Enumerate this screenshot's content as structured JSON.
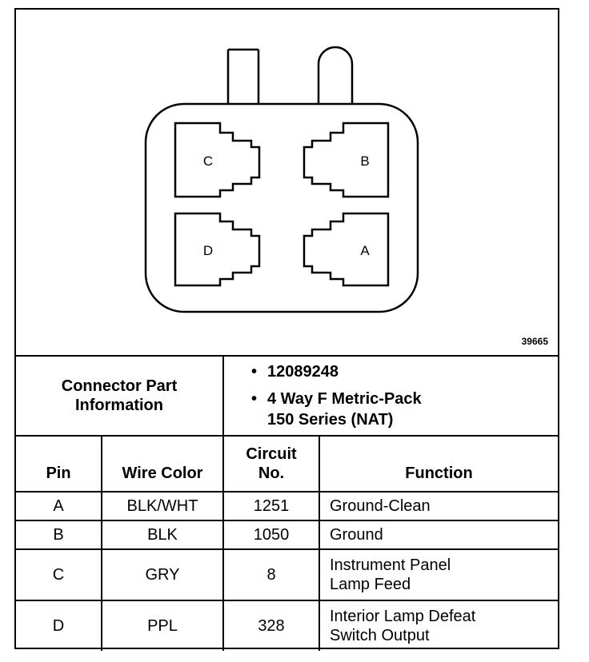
{
  "figure": {
    "number": "39665"
  },
  "connector": {
    "pins": [
      "C",
      "B",
      "D",
      "A"
    ]
  },
  "part_info": {
    "label_line1": "Connector Part",
    "label_line2": "Information",
    "part_number": "12089248",
    "description_line1": "4 Way F Metric-Pack",
    "description_line2": "150 Series (NAT)"
  },
  "table": {
    "headers": {
      "pin": "Pin",
      "wire_color": "Wire Color",
      "circuit_line1": "Circuit",
      "circuit_line2": "No.",
      "function": "Function"
    },
    "rows": [
      {
        "pin": "A",
        "wire_color": "BLK/WHT",
        "circuit": "1251",
        "function_line1": "Ground-Clean",
        "function_line2": ""
      },
      {
        "pin": "B",
        "wire_color": "BLK",
        "circuit": "1050",
        "function_line1": "Ground",
        "function_line2": ""
      },
      {
        "pin": "C",
        "wire_color": "GRY",
        "circuit": "8",
        "function_line1": "Instrument Panel",
        "function_line2": "Lamp Feed"
      },
      {
        "pin": "D",
        "wire_color": "PPL",
        "circuit": "328",
        "function_line1": "Interior Lamp Defeat",
        "function_line2": "Switch Output"
      }
    ]
  }
}
